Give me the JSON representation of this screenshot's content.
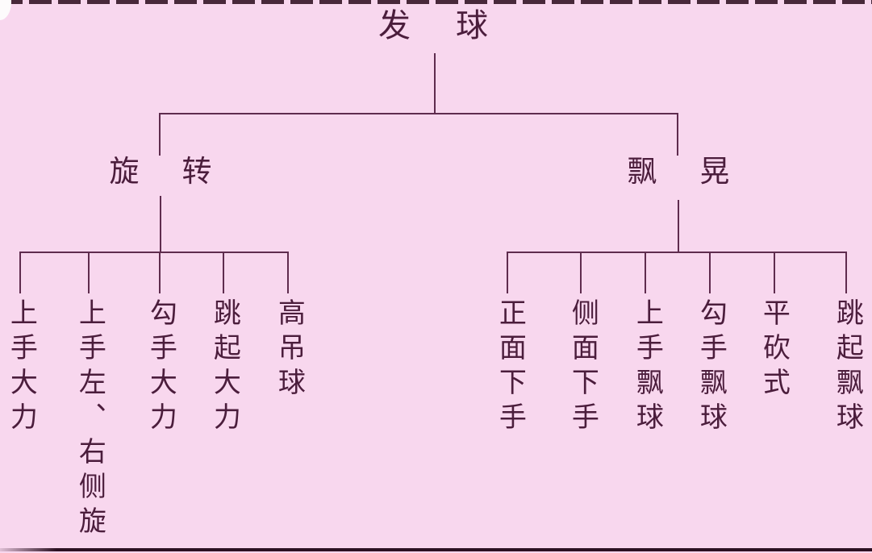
{
  "colors": {
    "background": "#f8d7ee",
    "text": "#4b1d3c",
    "line": "#5f2c4e",
    "top_band": "#341526",
    "bottom_line": "#2c1022"
  },
  "chart_data": {
    "type": "table",
    "title": "发　球",
    "structure": "tree",
    "levels": [
      {
        "level": 0,
        "nodes": [
          "发 球"
        ]
      },
      {
        "level": 1,
        "nodes": [
          "旋 转",
          "飘 晃"
        ]
      },
      {
        "level": 2,
        "nodes": [
          "上手大力",
          "上手左、右侧旋",
          "勾手大力",
          "跳起大力",
          "高吊球",
          "正面下手",
          "侧面下手",
          "上手飘球",
          "勾手飘球",
          "平砍式",
          "跳起飘球"
        ]
      }
    ]
  },
  "tree": {
    "root": {
      "label": "发　球"
    },
    "branches": [
      {
        "label": "旋　转",
        "children": [
          "上手大力",
          "上手左、右侧旋",
          "勾手大力",
          "跳起大力",
          "高吊球"
        ]
      },
      {
        "label": "飘　晃",
        "children": [
          "正面下手",
          "侧面下手",
          "上手飘球",
          "勾手飘球",
          "平砍式",
          "跳起飘球"
        ]
      }
    ]
  }
}
